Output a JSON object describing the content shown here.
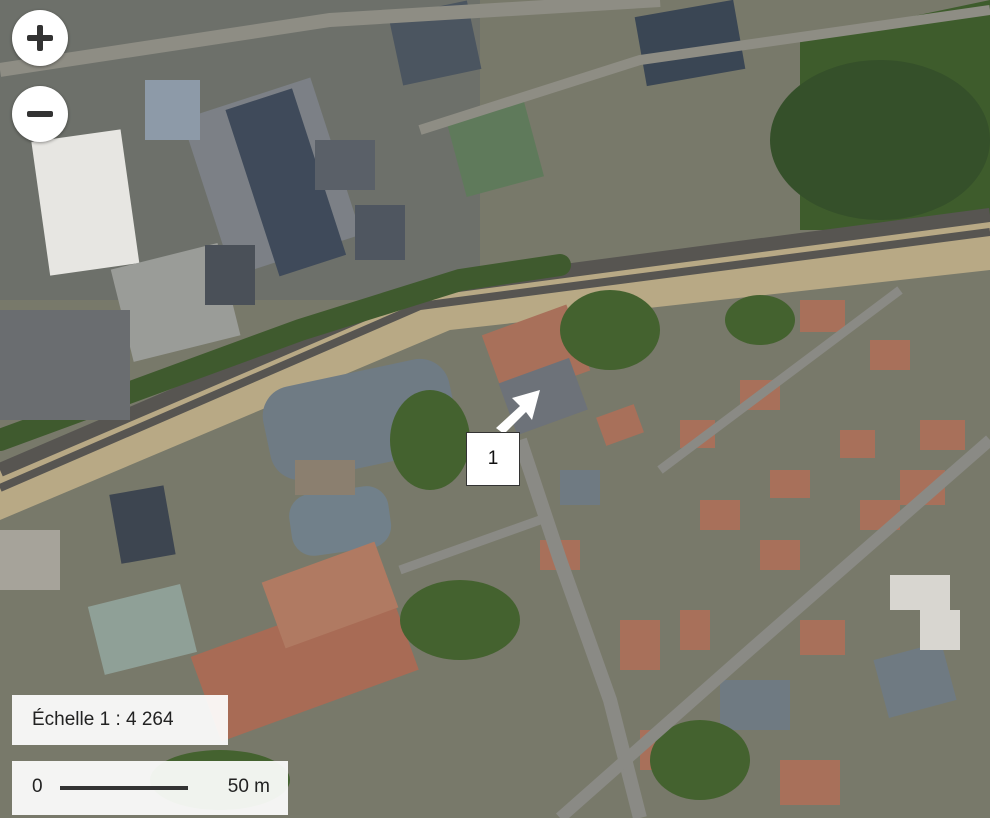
{
  "map": {
    "zoom_in_icon": "plus-icon",
    "zoom_out_icon": "minus-icon",
    "marker": {
      "label": "1",
      "icon": "arrow-icon"
    },
    "scale": {
      "ratio_text": "Échelle 1 : 4 264",
      "bar_start": "0",
      "bar_end": "50 m"
    },
    "colors": {
      "control_bg": "#ffffff",
      "control_icon": "#333333",
      "rail": "#555555",
      "vegetation": "#3e5c2c",
      "roof_red": "#a8705a",
      "roof_grey": "#6f7a82"
    }
  }
}
